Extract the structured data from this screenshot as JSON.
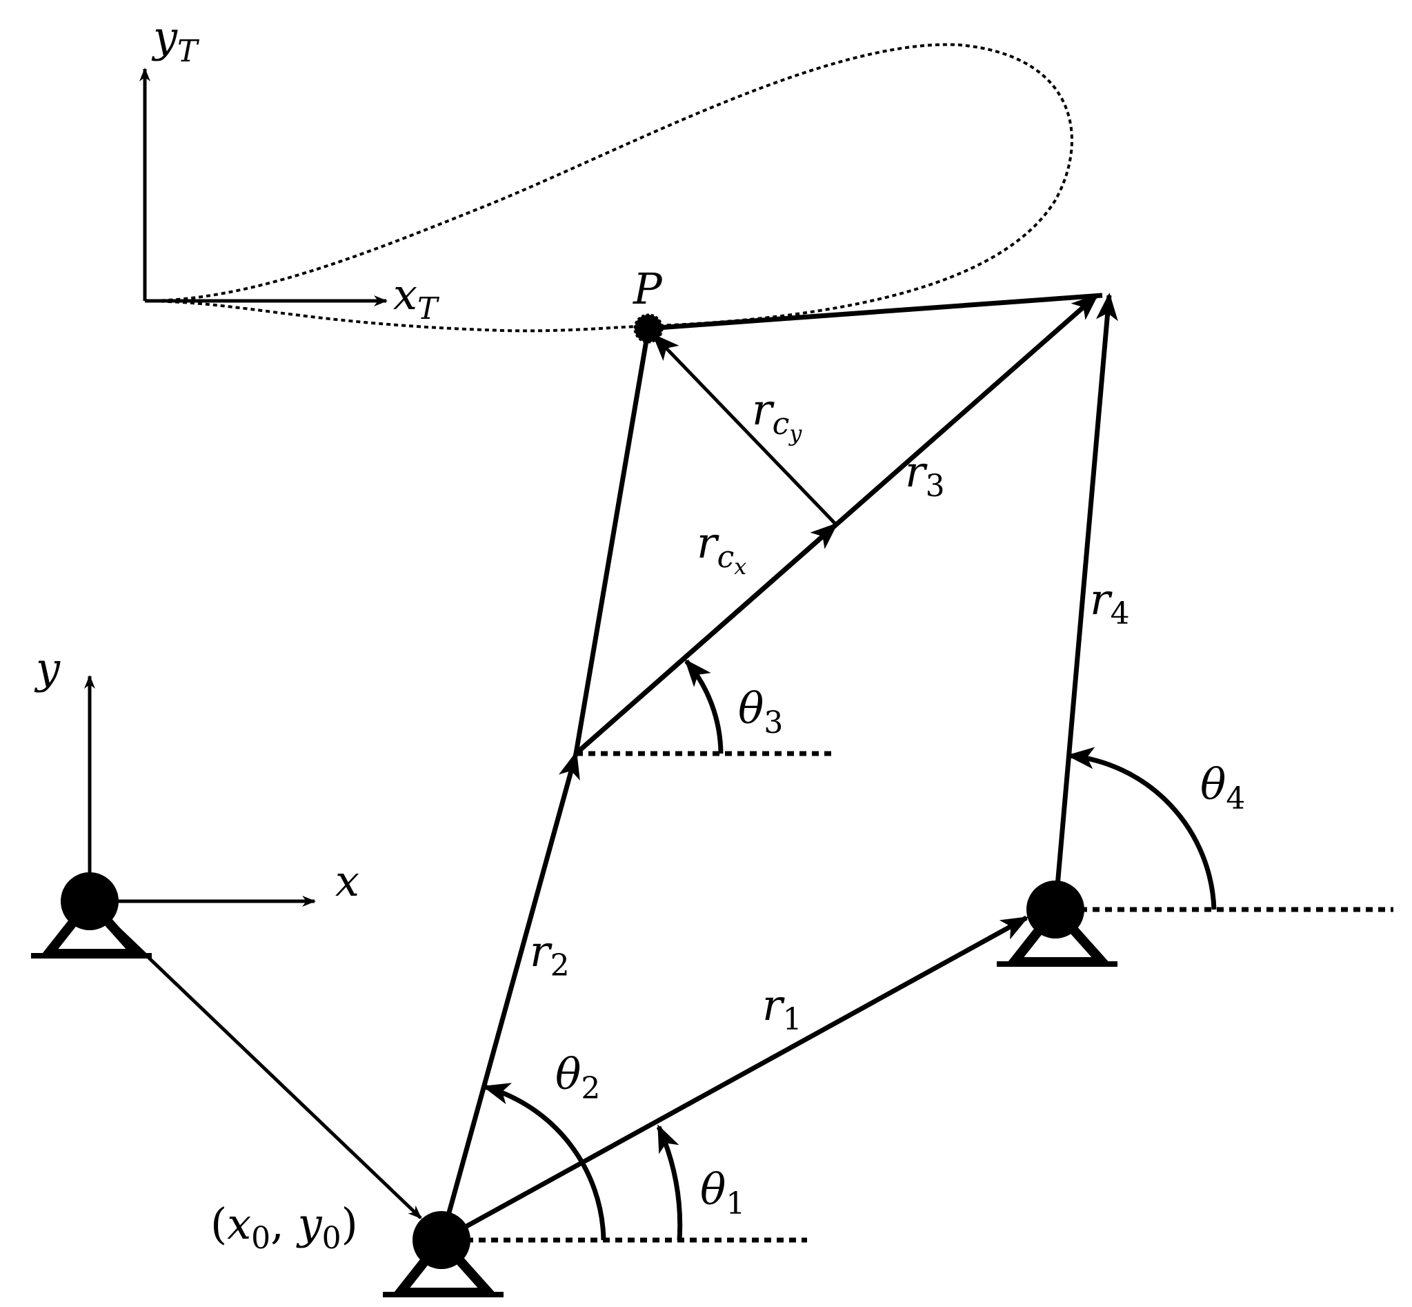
{
  "labels": {
    "y_t": {
      "base": "y",
      "sub": "T"
    },
    "x_t": {
      "base": "x",
      "sub": "T"
    },
    "point_p": "P",
    "y": "y",
    "x": "x",
    "r_cy": {
      "base": "r",
      "sub": "c",
      "subsub": "y"
    },
    "r_cx": {
      "base": "r",
      "sub": "c",
      "subsub": "x"
    },
    "r1": {
      "base": "r",
      "sub": "1"
    },
    "r2": {
      "base": "r",
      "sub": "2"
    },
    "r3": {
      "base": "r",
      "sub": "3"
    },
    "r4": {
      "base": "r",
      "sub": "4"
    },
    "theta1": {
      "base": "θ",
      "sub": "1"
    },
    "theta2": {
      "base": "θ",
      "sub": "2"
    },
    "theta3": {
      "base": "θ",
      "sub": "3"
    },
    "theta4": {
      "base": "θ",
      "sub": "4"
    },
    "origin": {
      "open": "(",
      "x": "x",
      "x_sub": "0",
      "comma": ", ",
      "y": "y",
      "y_sub": "0",
      "close": ")"
    }
  }
}
